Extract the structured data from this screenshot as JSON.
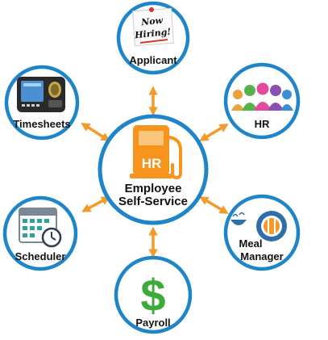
{
  "center": {
    "line1": "Employee",
    "line2": "Self-Service",
    "pump_text": "HR"
  },
  "nodes": {
    "applicant": {
      "label": "Applicant",
      "note_line1": "Now",
      "note_line2": "Hiring!"
    },
    "hr": {
      "label": "HR"
    },
    "timesheets": {
      "label": "Timesheets"
    },
    "scheduler": {
      "label": "Scheduler"
    },
    "meal": {
      "line1": "Meal",
      "line2": "Manager"
    },
    "payroll": {
      "label": "Payroll",
      "symbol": "$"
    }
  },
  "colors": {
    "ring": "#1e86c8",
    "arrow": "#f39a2a",
    "pump": "#f7941d",
    "dollar": "#3cab3a",
    "meal": "#2f6ea6"
  }
}
